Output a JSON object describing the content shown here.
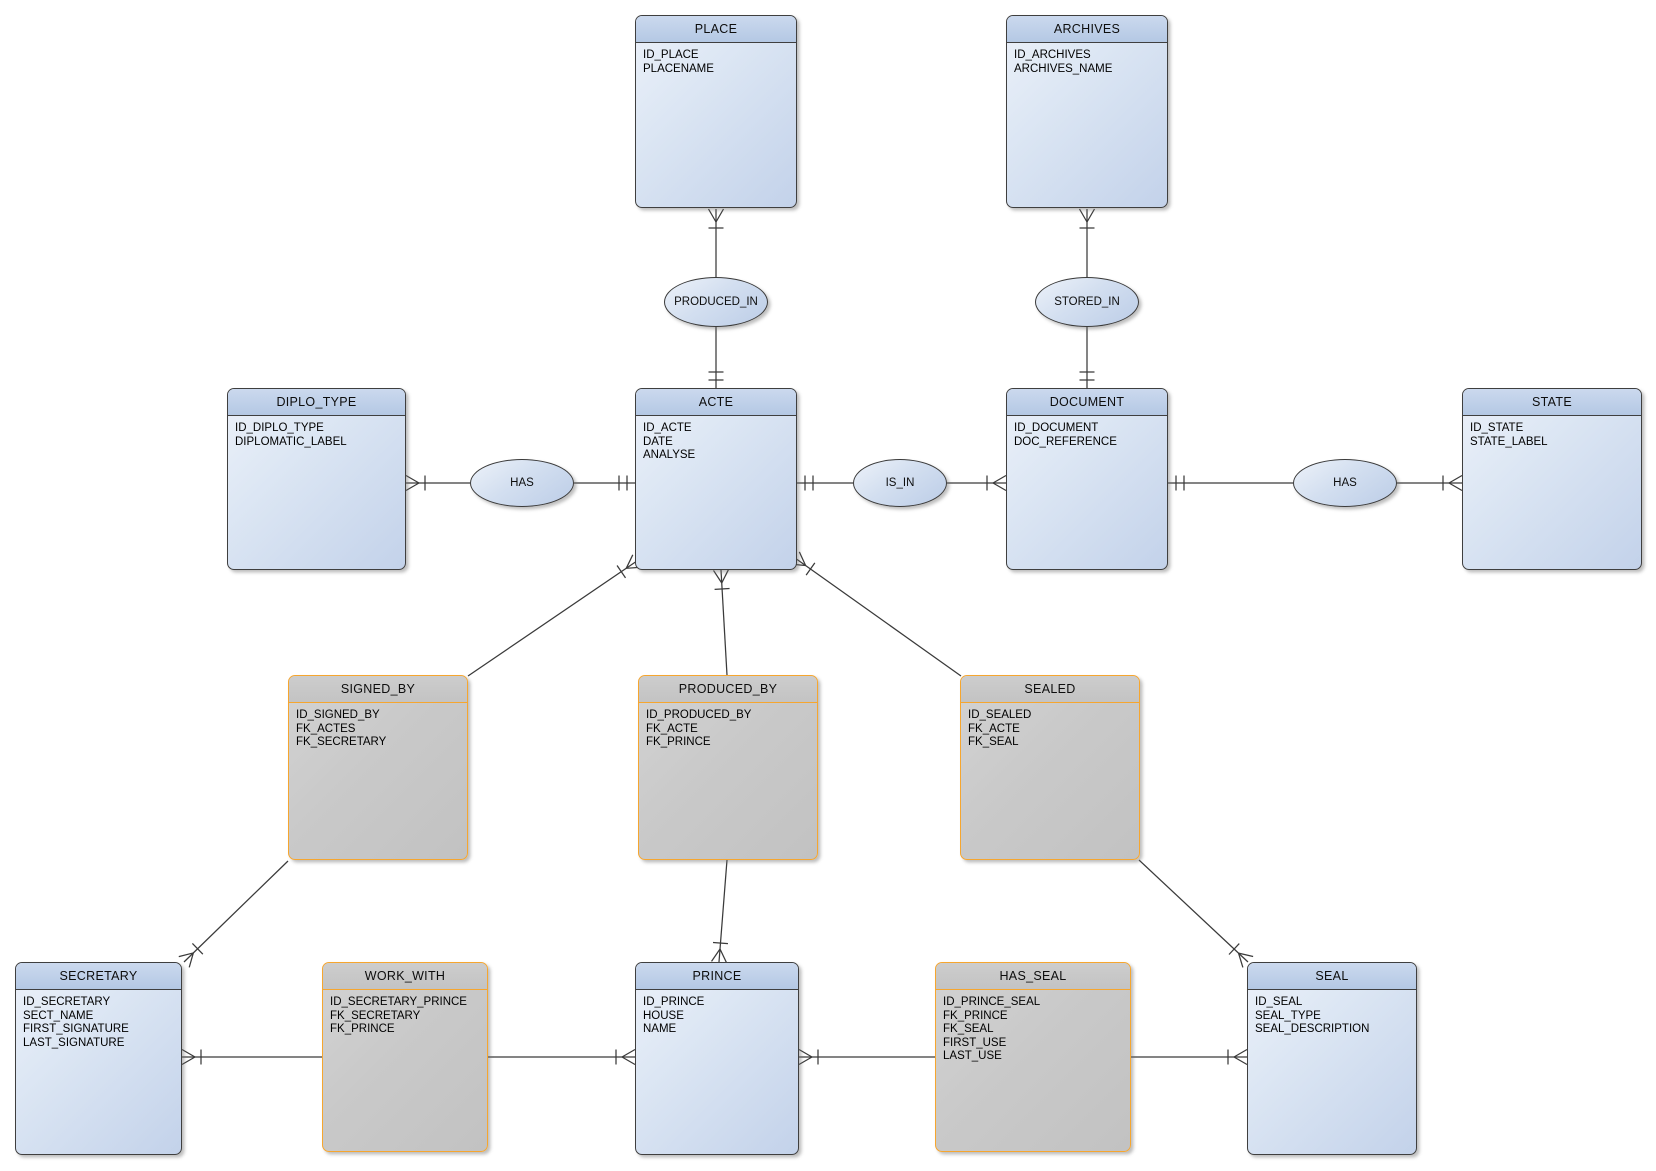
{
  "diagram": {
    "type": "entity-relationship-diagram",
    "notation": "crow's foot",
    "background": "#ffffff"
  },
  "colors": {
    "entity_header": "#b9cce8",
    "entity_body_light": "#e9eff8",
    "entity_body_dark": "#c3d2ea",
    "entity_border": "#3f3f3f",
    "associative_fill": "#c8c8c8",
    "associative_border": "#f6a62f",
    "connector_line": "#3a3a3a",
    "text": "#000000"
  },
  "entities": {
    "place": {
      "name": "PLACE",
      "attributes": [
        "ID_PLACE",
        "PLACENAME"
      ]
    },
    "archives": {
      "name": "ARCHIVES",
      "attributes": [
        "ID_ARCHIVES",
        "ARCHIVES_NAME"
      ]
    },
    "diplo_type": {
      "name": "DIPLO_TYPE",
      "attributes": [
        "ID_DIPLO_TYPE",
        "DIPLOMATIC_LABEL"
      ]
    },
    "acte": {
      "name": "ACTE",
      "attributes": [
        "ID_ACTE",
        "DATE",
        "ANALYSE"
      ]
    },
    "document": {
      "name": "DOCUMENT",
      "attributes": [
        "ID_DOCUMENT",
        "DOC_REFERENCE"
      ]
    },
    "state": {
      "name": "STATE",
      "attributes": [
        "ID_STATE",
        "STATE_LABEL"
      ]
    },
    "secretary": {
      "name": "SECRETARY",
      "attributes": [
        "ID_SECRETARY",
        "SECT_NAME",
        "FIRST_SIGNATURE",
        "LAST_SIGNATURE"
      ]
    },
    "prince": {
      "name": "PRINCE",
      "attributes": [
        "ID_PRINCE",
        "HOUSE",
        "NAME"
      ]
    },
    "seal": {
      "name": "SEAL",
      "attributes": [
        "ID_SEAL",
        "SEAL_TYPE",
        "SEAL_DESCRIPTION"
      ]
    }
  },
  "associative_entities": {
    "signed_by": {
      "name": "SIGNED_BY",
      "attributes": [
        "ID_SIGNED_BY",
        "FK_ACTES",
        "FK_SECRETARY"
      ]
    },
    "produced_by": {
      "name": "PRODUCED_BY",
      "attributes": [
        "ID_PRODUCED_BY",
        "FK_ACTE",
        "FK_PRINCE"
      ]
    },
    "sealed": {
      "name": "SEALED",
      "attributes": [
        "ID_SEALED",
        "FK_ACTE",
        "FK_SEAL"
      ]
    },
    "work_with": {
      "name": "WORK_WITH",
      "attributes": [
        "ID_SECRETARY_PRINCE",
        "FK_SECRETARY",
        "FK_PRINCE"
      ]
    },
    "has_seal": {
      "name": "HAS_SEAL",
      "attributes": [
        "ID_PRINCE_SEAL",
        "FK_PRINCE",
        "FK_SEAL",
        "FIRST_USE",
        "LAST_USE"
      ]
    }
  },
  "relationships": {
    "produced_in": {
      "label": "PRODUCED_IN",
      "between": [
        "PLACE",
        "ACTE"
      ]
    },
    "stored_in": {
      "label": "STORED_IN",
      "between": [
        "ARCHIVES",
        "DOCUMENT"
      ]
    },
    "has_diplo": {
      "label": "HAS",
      "between": [
        "DIPLO_TYPE",
        "ACTE"
      ]
    },
    "is_in": {
      "label": "IS_IN",
      "between": [
        "ACTE",
        "DOCUMENT"
      ]
    },
    "has_state": {
      "label": "HAS",
      "between": [
        "DOCUMENT",
        "STATE"
      ]
    }
  },
  "connections": [
    {
      "from": "PLACE",
      "to": "PRODUCED_IN",
      "mark_at_from": "many-one"
    },
    {
      "from": "PRODUCED_IN",
      "to": "ACTE",
      "mark_at_to": "one-one"
    },
    {
      "from": "ARCHIVES",
      "to": "STORED_IN",
      "mark_at_from": "many-one"
    },
    {
      "from": "STORED_IN",
      "to": "DOCUMENT",
      "mark_at_to": "one-one"
    },
    {
      "from": "DIPLO_TYPE",
      "to": "HAS",
      "mark_at_from": "many-one"
    },
    {
      "from": "HAS",
      "to": "ACTE",
      "mark_at_to": "one-one"
    },
    {
      "from": "ACTE",
      "to": "IS_IN",
      "mark_at_from": "one-one"
    },
    {
      "from": "IS_IN",
      "to": "DOCUMENT",
      "mark_at_to": "many-one"
    },
    {
      "from": "DOCUMENT",
      "to": "HAS",
      "mark_at_from": "one-one"
    },
    {
      "from": "HAS",
      "to": "STATE",
      "mark_at_to": "many-one"
    },
    {
      "from": "ACTE",
      "to": "SIGNED_BY",
      "mark_at_from": "many-one"
    },
    {
      "from": "ACTE",
      "to": "PRODUCED_BY",
      "mark_at_from": "many-one"
    },
    {
      "from": "ACTE",
      "to": "SEALED",
      "mark_at_from": "many-one"
    },
    {
      "from": "SIGNED_BY",
      "to": "SECRETARY",
      "mark_at_to": "many-one"
    },
    {
      "from": "PRODUCED_BY",
      "to": "PRINCE",
      "mark_at_to": "many-one"
    },
    {
      "from": "SEALED",
      "to": "SEAL",
      "mark_at_to": "many-one"
    },
    {
      "from": "SECRETARY",
      "to": "WORK_WITH",
      "mark_at_from": "many-one"
    },
    {
      "from": "WORK_WITH",
      "to": "PRINCE",
      "mark_at_to": "many-one"
    },
    {
      "from": "PRINCE",
      "to": "HAS_SEAL",
      "mark_at_from": "many-one"
    },
    {
      "from": "HAS_SEAL",
      "to": "SEAL",
      "mark_at_to": "many-one"
    }
  ]
}
